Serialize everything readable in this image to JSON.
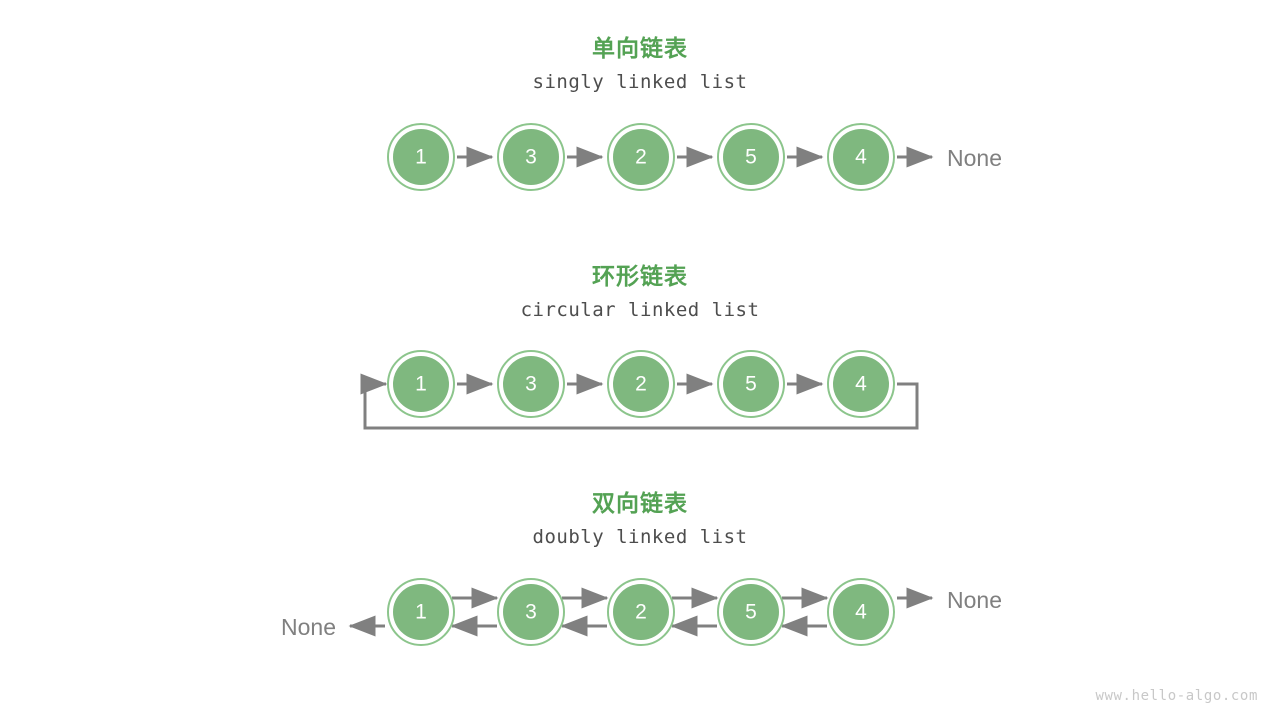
{
  "page": {
    "background": "#ffffff",
    "watermark": "www.hello-algo.com"
  },
  "colors": {
    "node_fill": "#7fb87f",
    "node_ring": "#8cc58c",
    "node_label": "#ffffff",
    "arrow": "#808080",
    "heading": "#54a254",
    "subtitle": "#4d4d4d",
    "none_label": "#808080",
    "watermark": "#c8c8c8"
  },
  "sections": [
    {
      "id": "singly",
      "title": "单向链表",
      "subtitle": "singly linked list",
      "nodes": [
        "1",
        "3",
        "2",
        "5",
        "4"
      ],
      "tail_label": "None",
      "head_label": "",
      "arrows": "forward"
    },
    {
      "id": "circular",
      "title": "环形链表",
      "subtitle": "circular linked list",
      "nodes": [
        "1",
        "3",
        "2",
        "5",
        "4"
      ],
      "tail_label": "",
      "head_label": "",
      "arrows": "forward-loop"
    },
    {
      "id": "doubly",
      "title": "双向链表",
      "subtitle": "doubly linked list",
      "nodes": [
        "1",
        "3",
        "2",
        "5",
        "4"
      ],
      "tail_label": "None",
      "head_label": "None",
      "arrows": "bidirectional"
    }
  ]
}
